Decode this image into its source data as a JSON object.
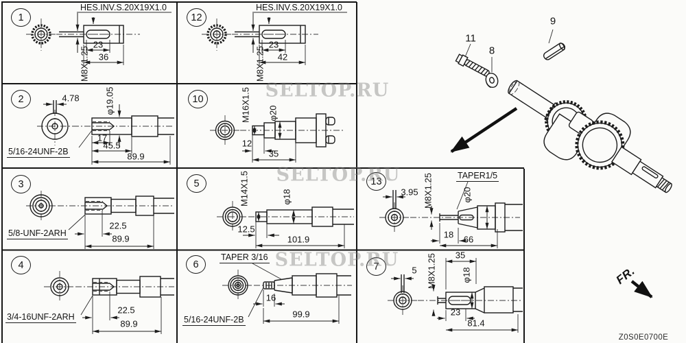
{
  "watermark": "SELTOP.RU",
  "diagram_code": "Z0S0E0700E",
  "front_label": "FR.",
  "callouts": {
    "bolt": "11",
    "washer": "8",
    "key": "9"
  },
  "panels": {
    "p1": {
      "num": "1",
      "spline": "HES.INV.S.20X19X1.0",
      "thread": "M8X1.25",
      "lenA": "23",
      "lenB": "36"
    },
    "p12": {
      "num": "12",
      "spline": "HES.INV.S.20X19X1.0",
      "thread": "M8X1.25",
      "lenA": "23",
      "lenB": "42"
    },
    "p2": {
      "num": "2",
      "stub": "4.78",
      "dia": "φ19.05",
      "thread": "5/16-24UNF-2B",
      "lenA": "17",
      "lenB": "45.5",
      "lenC": "89.9"
    },
    "p10": {
      "num": "10",
      "thread": "M16X1.5",
      "dia": "φ20",
      "lenA": "12",
      "lenB": "35"
    },
    "p3": {
      "num": "3",
      "thread": "5/8-UNF-2ARH",
      "lenA": "22.5",
      "lenB": "89.9"
    },
    "p5": {
      "num": "5",
      "thread": "M14X1.5",
      "dia": "φ18",
      "lenA": "12.5",
      "lenB": "101.9"
    },
    "p13": {
      "num": "13",
      "stub": "3.95",
      "thread": "M8X1.25",
      "taper": "TAPER1/5",
      "dia": "φ20",
      "lenA": "18",
      "lenB": "66"
    },
    "p4": {
      "num": "4",
      "thread": "3/4-16UNF-2ARH",
      "lenA": "22.5",
      "lenB": "89.9"
    },
    "p6": {
      "num": "6",
      "taper": "TAPER 3/16",
      "thread": "5/16-24UNF-2B",
      "lenA": "16",
      "lenB": "99.9"
    },
    "p7": {
      "num": "7",
      "stub": "5",
      "thread": "M8X1.25",
      "dia": "φ18",
      "lenA": "35",
      "lenB": "23",
      "lenC": "81.4"
    }
  }
}
